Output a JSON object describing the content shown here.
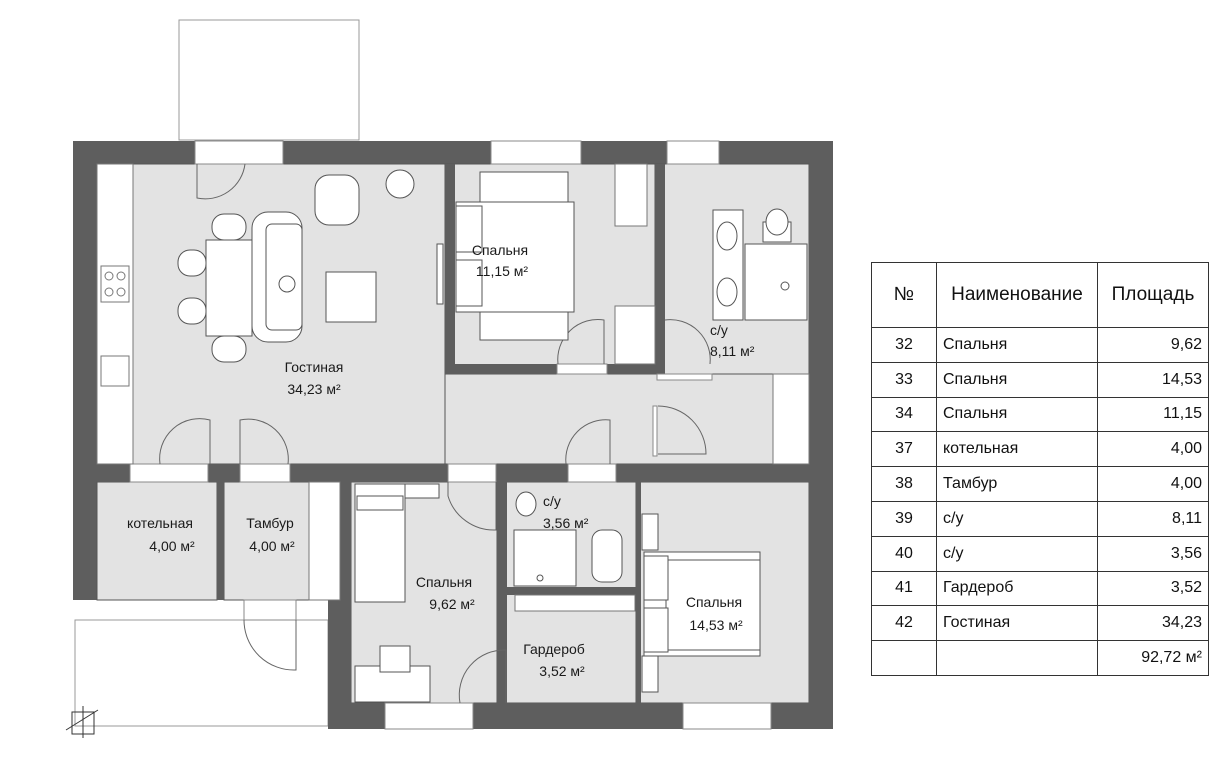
{
  "rooms": {
    "living": {
      "name": "Гостиная",
      "area": "34,23 м²"
    },
    "bed34": {
      "name": "Спальня",
      "area": "11,15 м²"
    },
    "wc39": {
      "name": "с/у",
      "area": "8,11 м²"
    },
    "boiler": {
      "name": "котельная",
      "area": "4,00 м²"
    },
    "tambur": {
      "name": "Тамбур",
      "area": "4,00 м²"
    },
    "bed32": {
      "name": "Спальня",
      "area": "9,62 м²"
    },
    "wc40": {
      "name": "с/у",
      "area": "3,56 м²"
    },
    "wardrobe": {
      "name": "Гардероб",
      "area": "3,52 м²"
    },
    "bed33": {
      "name": "Спальня",
      "area": "14,53 м²"
    }
  },
  "table": {
    "headers": {
      "no": "№",
      "name": "Наименование",
      "area": "Площадь"
    },
    "rows": [
      {
        "no": "32",
        "name": "Спальня",
        "area": "9,62"
      },
      {
        "no": "33",
        "name": "Спальня",
        "area": "14,53"
      },
      {
        "no": "34",
        "name": "Спальня",
        "area": "11,15"
      },
      {
        "no": "37",
        "name": "котельная",
        "area": "4,00"
      },
      {
        "no": "38",
        "name": "Тамбур",
        "area": "4,00"
      },
      {
        "no": "39",
        "name": "с/у",
        "area": "8,11"
      },
      {
        "no": "40",
        "name": "с/у",
        "area": "3,56"
      },
      {
        "no": "41",
        "name": "Гардероб",
        "area": "3,52"
      },
      {
        "no": "42",
        "name": "Гостиная",
        "area": "34,23"
      }
    ],
    "total": "92,72 м²"
  },
  "colors": {
    "wall": "#5e5e5e",
    "floor": "#e3e3e3",
    "line": "#444444"
  }
}
